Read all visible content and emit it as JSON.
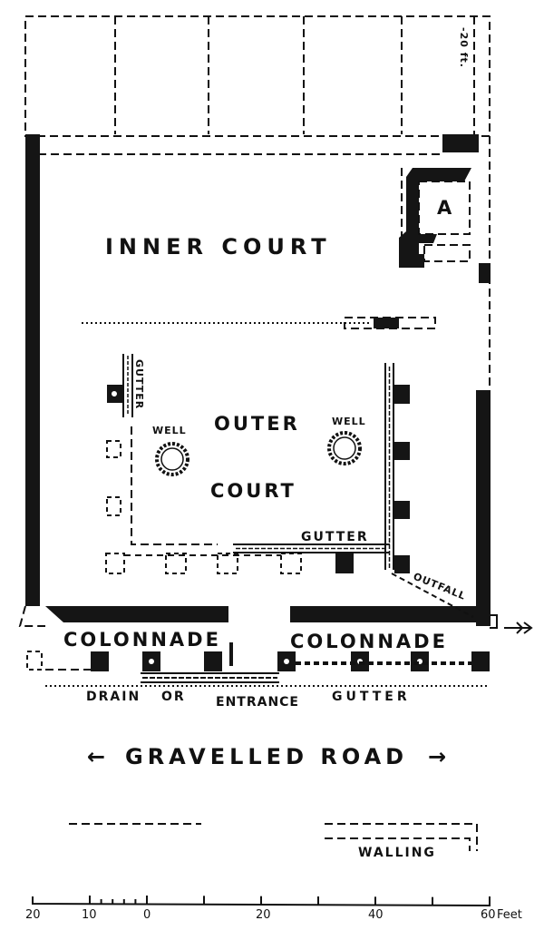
{
  "plan": {
    "labels": {
      "inner_court": "INNER COURT",
      "outer_court": "OUTER",
      "outer_court_2": "COURT",
      "well_left": "WELL",
      "well_right": "WELL",
      "gutter_left": "GUTTER",
      "gutter_bottom": "GUTTER",
      "outfall": "OUTFALL",
      "room_a": "A",
      "colonnade_left": "COLONNADE",
      "colonnade_right": "COLONNADE",
      "drain": "DRAIN",
      "or": "OR",
      "entrance": "ENTRANCE",
      "gutter_road": "GUTTER",
      "road": "GRAVELLED ROAD",
      "road_arrow_left": "←",
      "road_arrow_right": "→",
      "walling": "WALLING",
      "dimension": "-20 ft."
    },
    "scale": {
      "ticks": [
        "20",
        "10",
        "0",
        "20",
        "40",
        "60"
      ],
      "unit": "Feet"
    }
  }
}
